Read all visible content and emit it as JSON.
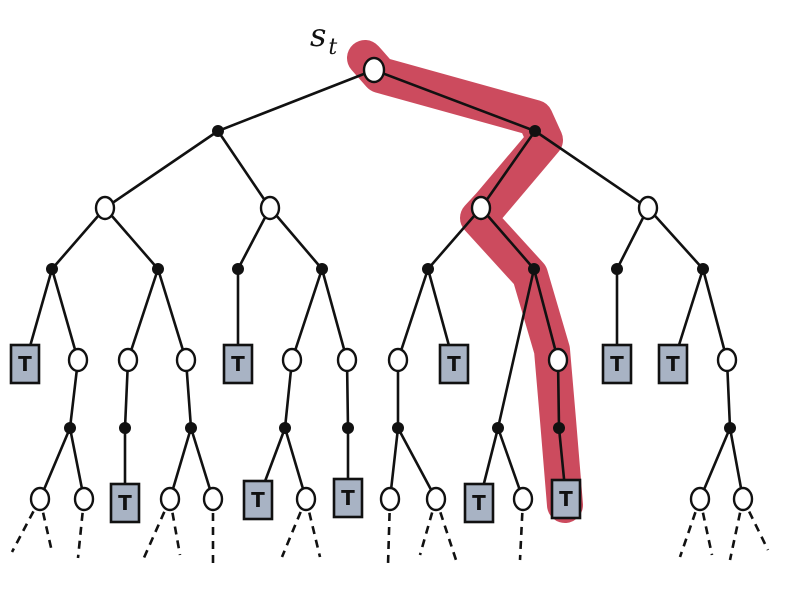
{
  "root_label": {
    "main": "s",
    "sub": "t"
  },
  "terminal_label": "T",
  "colors": {
    "highlight": "#c83c50",
    "terminal_fill": "#a8b3c4",
    "line": "#111111",
    "background": "#ffffff"
  },
  "legend": {
    "state_node": "white circle",
    "action_node": "black dot",
    "terminal_node": "grey square"
  }
}
